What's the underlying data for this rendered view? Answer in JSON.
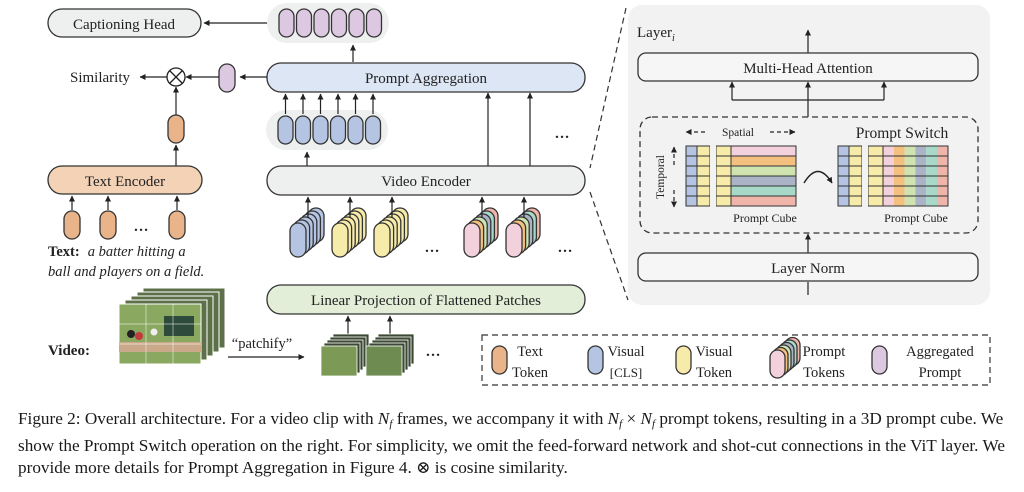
{
  "figure": {
    "captioning_head": "Captioning Head",
    "similarity": "Similarity",
    "prompt_aggregation": "Prompt Aggregation",
    "text_encoder": "Text Encoder",
    "video_encoder": "Video Encoder",
    "linear_projection": "Linear Projection of Flattened Patches",
    "text_label": "Text:",
    "text_line1": "a batter hitting a",
    "text_line2": "ball and players on a field.",
    "video_label": "Video:",
    "patchify": "“patchify”",
    "ellipsis": "…",
    "layer": {
      "title": "Layer",
      "subscript": "i",
      "mha": "Multi-Head Attention",
      "layer_norm": "Layer Norm",
      "prompt_switch": "Prompt Switch",
      "spatial": "Spatial",
      "temporal": "Temporal",
      "prompt_cube_left": "Prompt Cube",
      "prompt_cube_right": "Prompt Cube"
    },
    "legend": [
      {
        "line1": "Text",
        "line2": "Token",
        "icon": "text-token-icon"
      },
      {
        "line1": "Visual",
        "line2": "[CLS]",
        "icon": "visual-cls-icon"
      },
      {
        "line1": "Visual",
        "line2": "Token",
        "icon": "visual-token-icon"
      },
      {
        "line1": "Prompt",
        "line2": "Tokens",
        "icon": "prompt-tokens-icon"
      },
      {
        "line1": "Aggregated",
        "line2": "Prompt",
        "icon": "aggregated-prompt-icon"
      }
    ],
    "colors": {
      "text_token": "#e9b48a",
      "visual_cls": "#b4c4e2",
      "visual_token": "#f7ebaa",
      "aggregated": "#dcc8e0",
      "prompt_aggregation_fill": "#dce6f4",
      "text_encoder_fill": "#f3d2b6",
      "linear_proj_fill": "#e2eed8",
      "neutral_fill": "#eef0ef",
      "panel_fill": "#f1f2f1",
      "prompt_rows": [
        "#f2d0dc",
        "#f3c080",
        "#cfe3b0",
        "#aab4c6",
        "#a7d8c8",
        "#efb4aa"
      ]
    }
  },
  "caption": {
    "prefix": "Figure 2: Overall architecture. For a video clip with ",
    "nf": "N",
    "sub_f": "f",
    "part2": " frames, we accompany it with ",
    "times": " × ",
    "part3": " prompt tokens, resulting in a 3D prompt cube. We show the Prompt Switch operation on the right. For simplicity, we omit the feed-forward network and shot-cut connections in the ViT layer. We provide more details for Prompt Aggregation in Figure 4. ⊗ is cosine similarity."
  }
}
